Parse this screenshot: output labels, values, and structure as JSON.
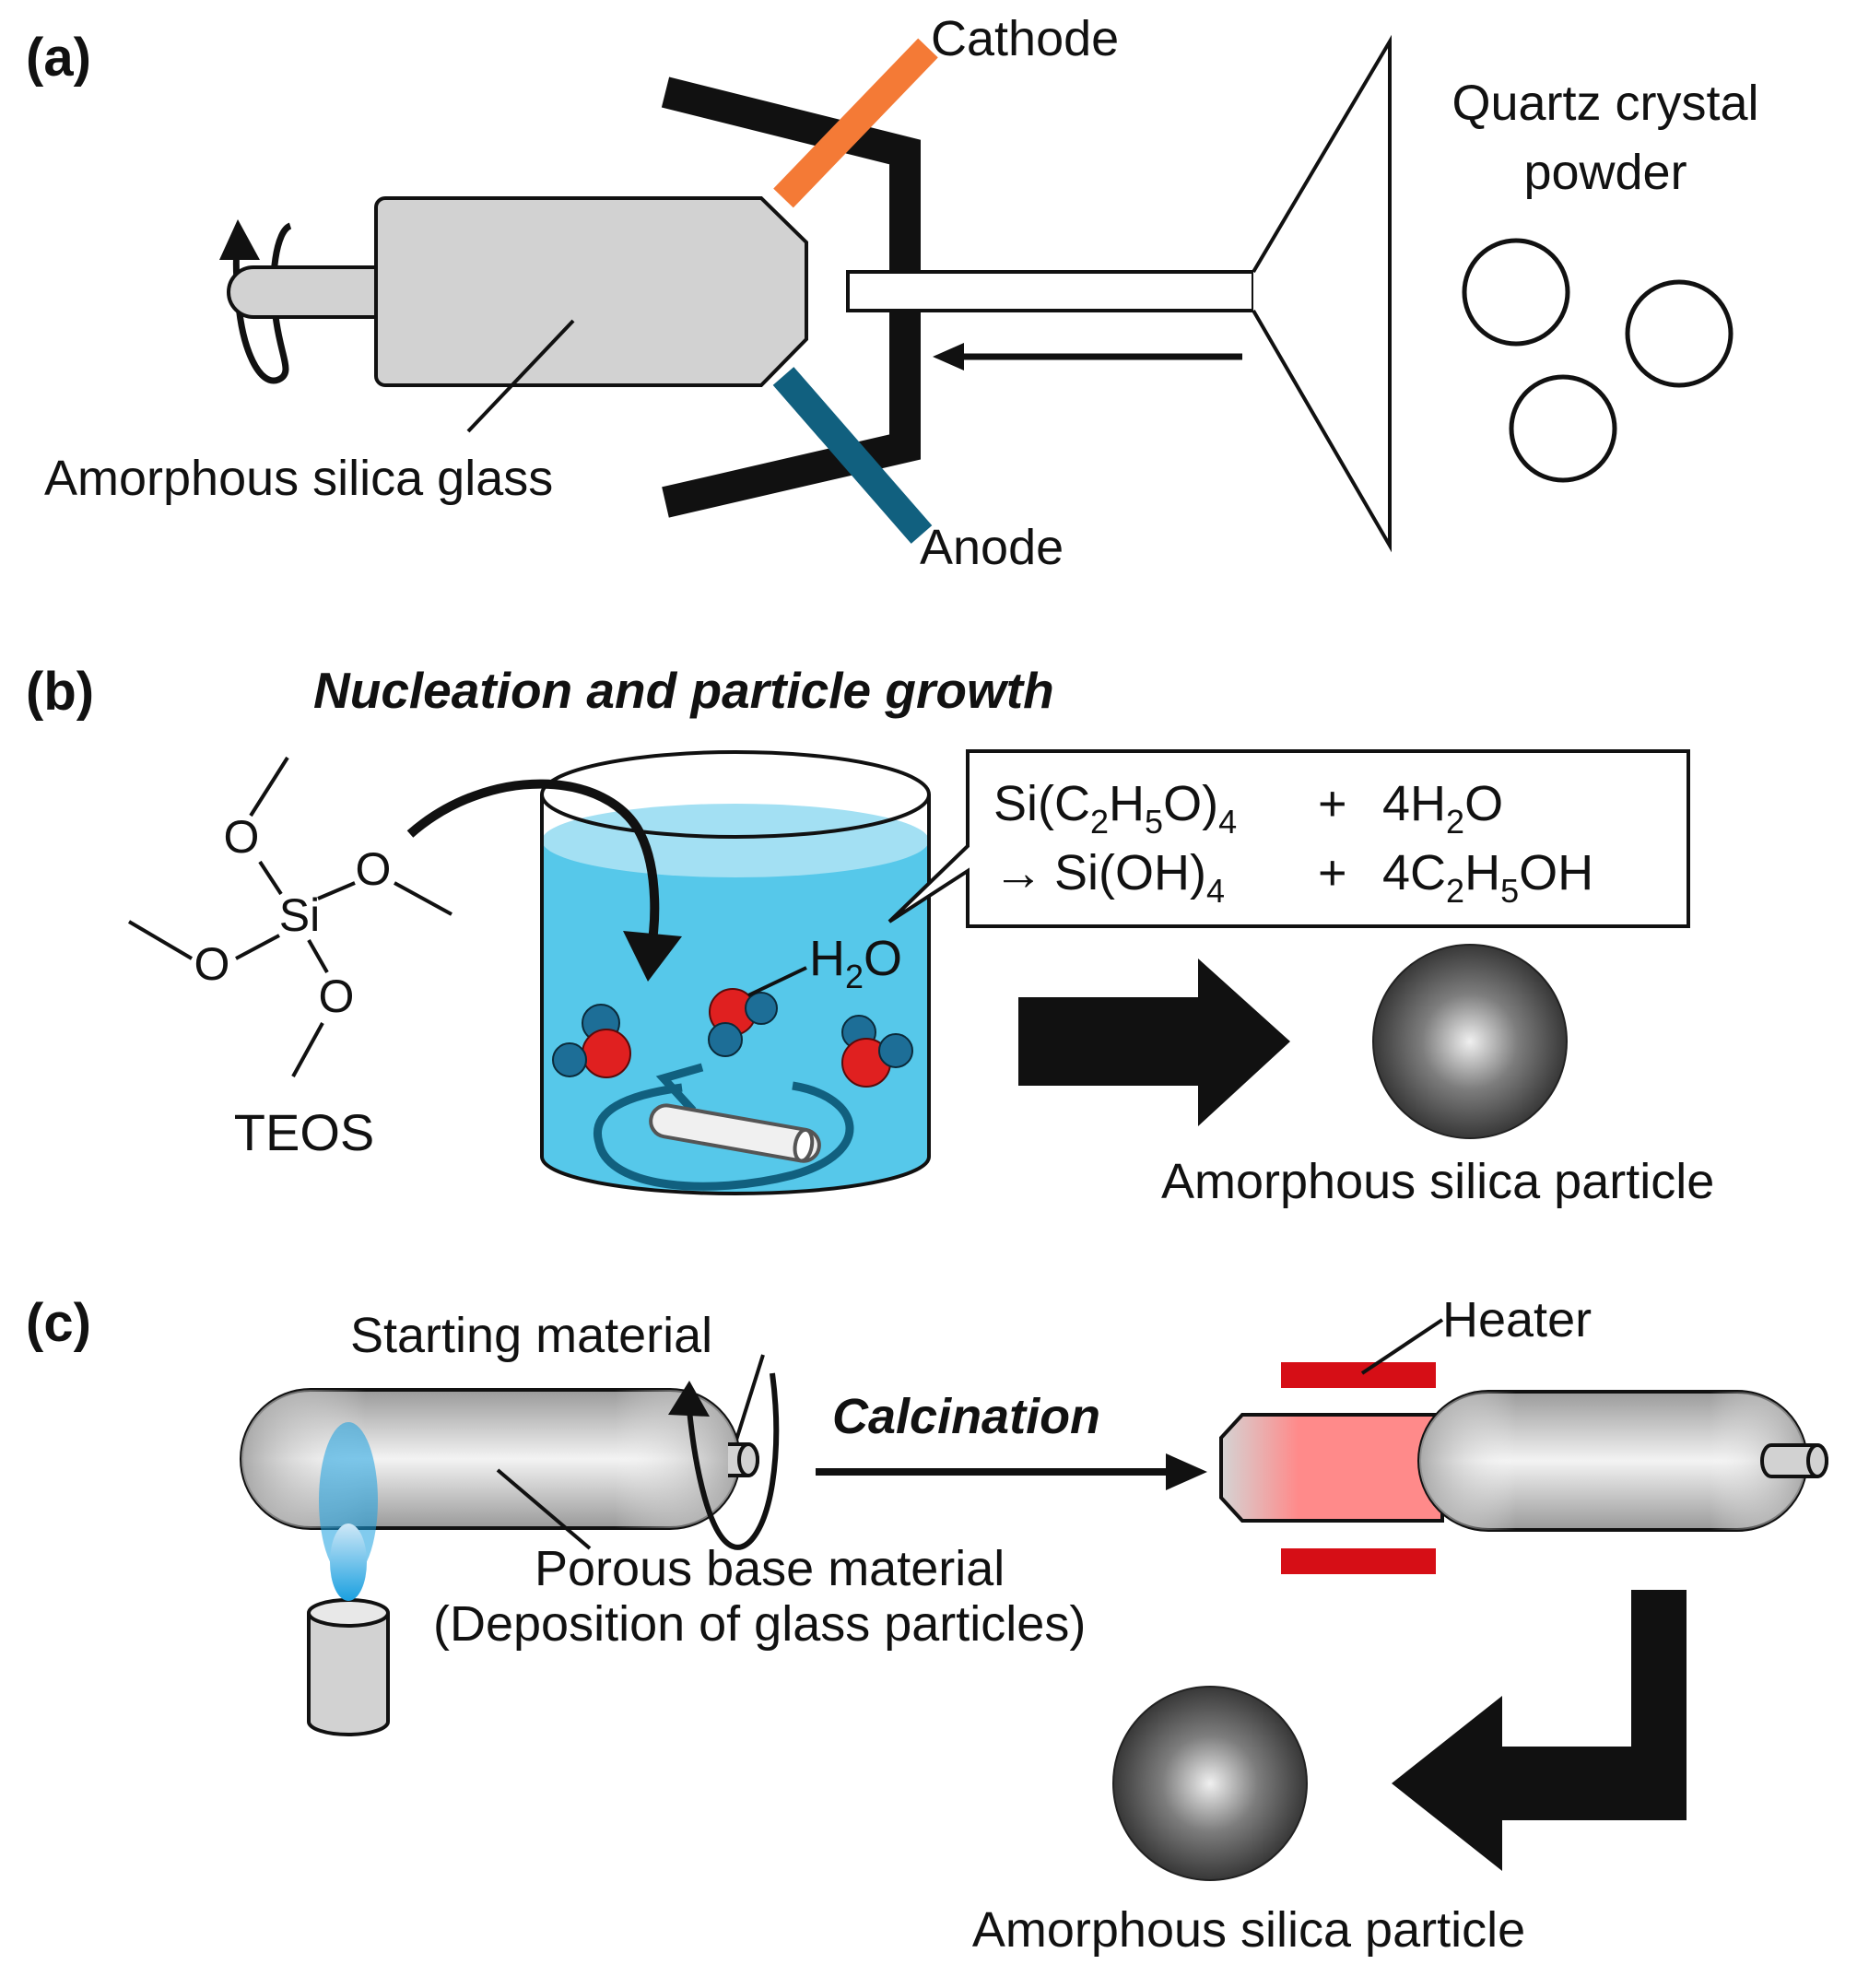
{
  "panels": {
    "a": {
      "label": "(a)",
      "cathode": "Cathode",
      "anode": "Anode",
      "source_line1": "Quartz crystal",
      "source_line2": "powder",
      "target": "Amorphous silica glass"
    },
    "b": {
      "label": "(b)",
      "title": "Nucleation and particle growth",
      "reactant": "TEOS",
      "molecule_atoms": {
        "center": "Si",
        "oxygen": "O"
      },
      "water_label": {
        "main": "H",
        "sub": "2",
        "end": "O"
      },
      "equation": {
        "line1": {
          "lhs": [
            "Si(C",
            "2",
            "H",
            "5",
            "O)",
            "4"
          ],
          "plus": "+",
          "rhs": [
            "4H",
            "2",
            "O"
          ]
        },
        "line2": {
          "arrow": "→",
          "lhs": [
            "Si(OH)",
            "4"
          ],
          "plus": "+",
          "rhs": [
            "4C",
            "2",
            "H",
            "5",
            "OH"
          ]
        }
      },
      "product": "Amorphous silica particle"
    },
    "c": {
      "label": "(c)",
      "start": "Starting material",
      "step": "Calcination",
      "heater": "Heater",
      "porous_line1": "Porous base material",
      "porous_line2": "(Deposition of glass particles)",
      "product": "Amorphous silica particle"
    }
  },
  "colors": {
    "cathode": "#f47a36",
    "anode": "#11607f",
    "water": "#56c8ea",
    "water_top": "#a3e0f3",
    "oxygen_atom": "#e02020",
    "hydrogen_atom": "#1d6e97",
    "heater": "#d60e16",
    "flame": "#1aa0e0",
    "rod": "#d2d2d2"
  }
}
